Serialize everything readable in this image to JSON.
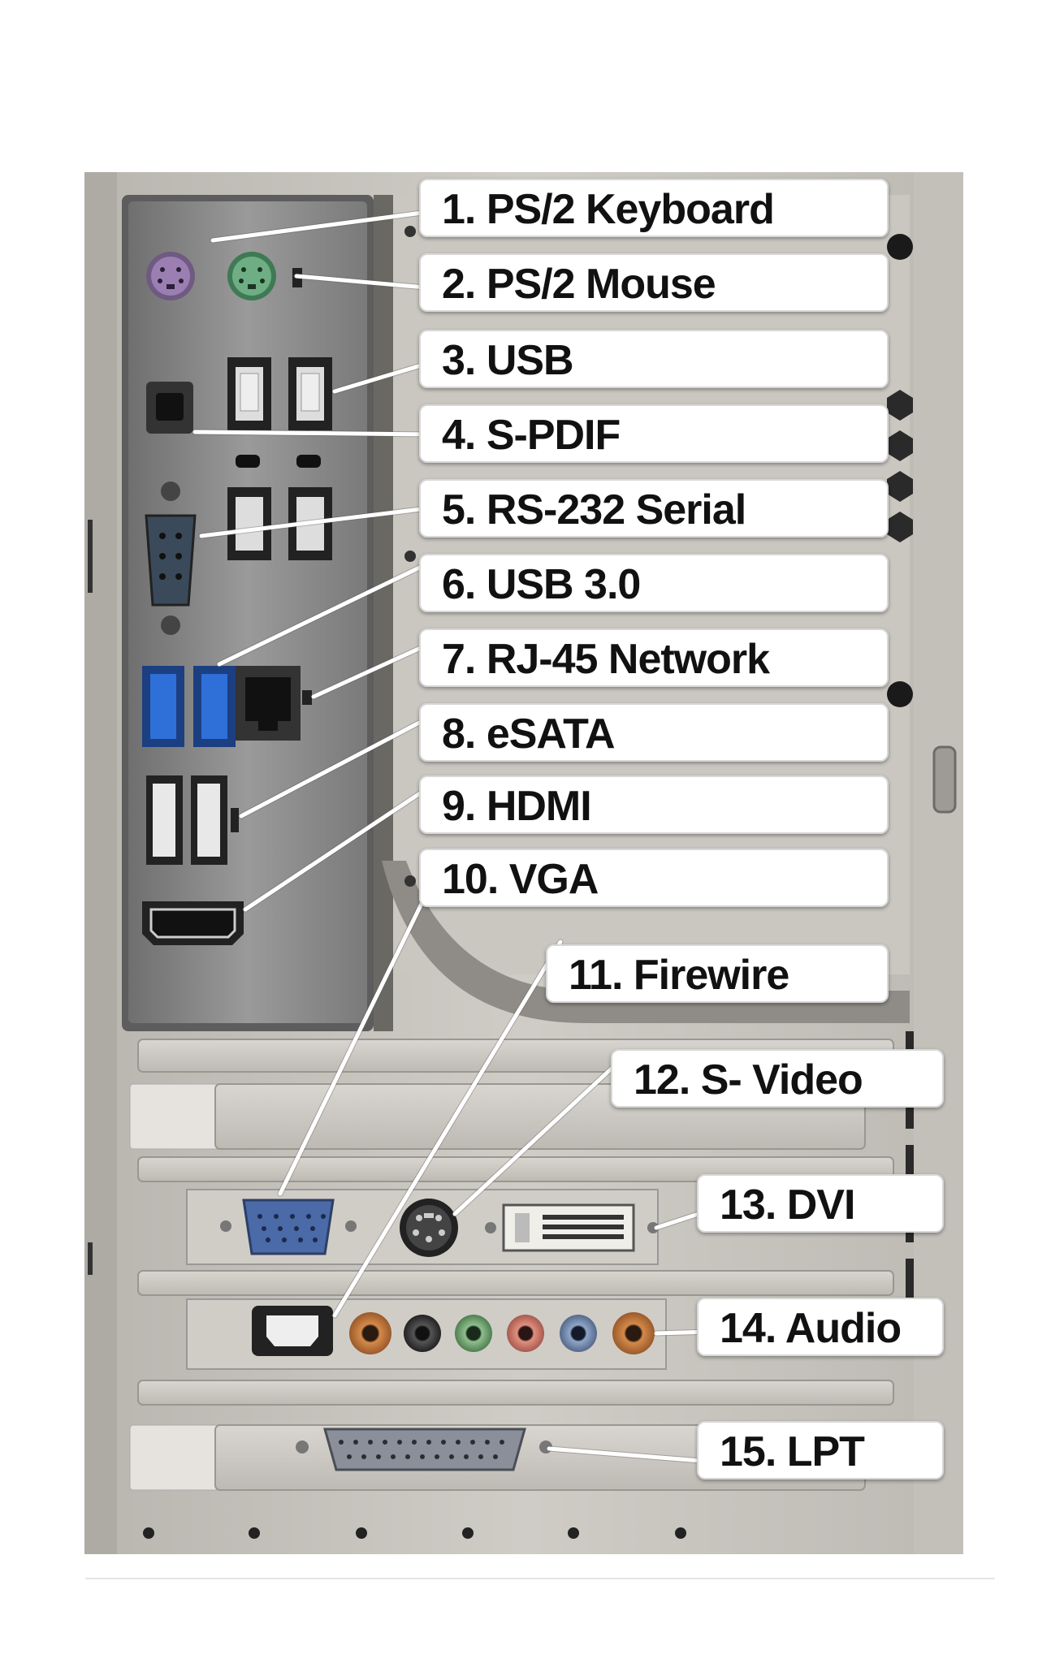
{
  "labels": [
    {
      "text": "1. PS/2 Keyboard"
    },
    {
      "text": "2. PS/2 Mouse"
    },
    {
      "text": "3. USB"
    },
    {
      "text": "4. S-PDIF"
    },
    {
      "text": "5. RS-232 Serial"
    },
    {
      "text": "6. USB 3.0"
    },
    {
      "text": "7. RJ-45 Network"
    },
    {
      "text": "8. eSATA"
    },
    {
      "text": "9. HDMI"
    },
    {
      "text": "10. VGA"
    },
    {
      "text": "11. Firewire"
    },
    {
      "text": "12. S- Video"
    },
    {
      "text": "13. DVI"
    },
    {
      "text": "14. Audio"
    },
    {
      "text": "15. LPT"
    }
  ],
  "colors": {
    "label_background": "#ffffff",
    "label_text": "#111111",
    "leader_line": "#ffffff",
    "case_metal": "#c9c6c0",
    "io_shield": "#8c8c8c",
    "usb3_blue": "#2f6fd8",
    "ps2_keyboard": "#9b7fb3",
    "ps2_mouse": "#6fae84"
  }
}
